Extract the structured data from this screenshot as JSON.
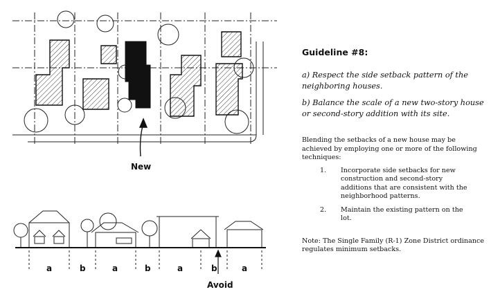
{
  "plan": {
    "new_label": "New"
  },
  "elevation": {
    "segment_labels": [
      "a",
      "b",
      "a",
      "b",
      "a",
      "b",
      "a"
    ],
    "avoid_label": "Avoid"
  },
  "panel": {
    "heading": "Guideline #8:",
    "guidelines": [
      "a) Respect the side setback pattern of the neighboring houses.",
      "b) Balance the scale of a new two-story house or second-story addition with its site."
    ],
    "intro": "Blending the setbacks of a new house may be achieved by employing one or more of the following techniques:",
    "techniques": [
      {
        "num": "1.",
        "text": "Incorporate side setbacks for new construction and second-story additions that are consistent with the neighborhood patterns."
      },
      {
        "num": "2.",
        "text": "Maintain the existing pattern on the lot."
      }
    ],
    "note": "Note:  The Single Family (R-1) Zone District ordinance regulates minimum setbacks."
  }
}
